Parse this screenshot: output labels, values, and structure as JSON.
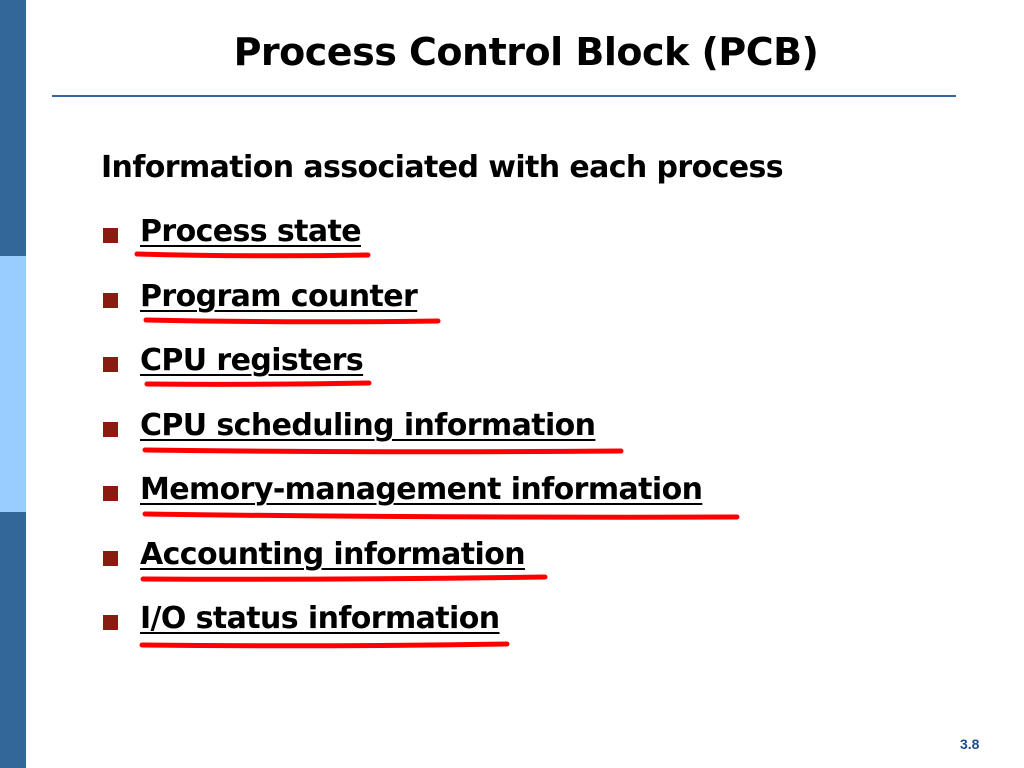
{
  "slide": {
    "title": "Process Control Block (PCB)",
    "intro": "Information associated with each process",
    "bullets": [
      "Process state",
      "Program counter",
      "CPU registers",
      "CPU scheduling information",
      "Memory-management information",
      "Accounting information",
      "I/O status information"
    ],
    "page_number": "3.8"
  },
  "colors": {
    "sidebar_dark": "#336699",
    "sidebar_light": "#99ccff",
    "title_rule": "#336699",
    "bullet": "#8b1a10",
    "annotation": "#ff0000",
    "page_number": "#1f4e8c"
  }
}
